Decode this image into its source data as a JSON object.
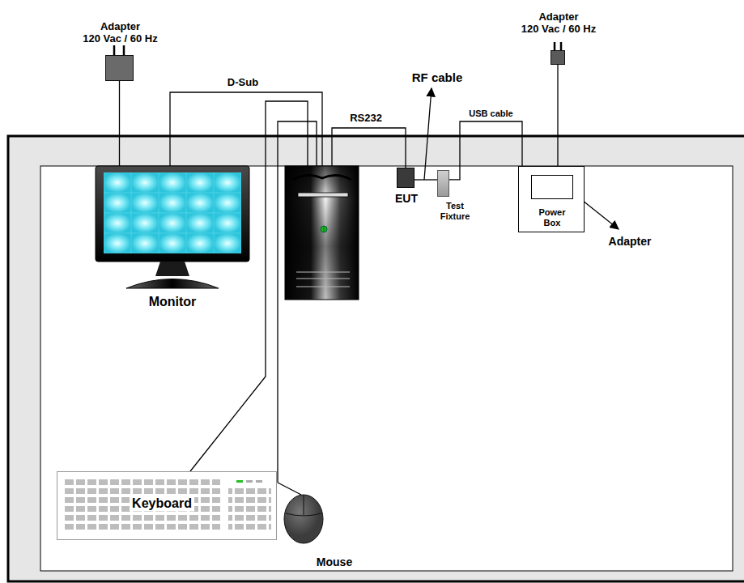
{
  "diagram": {
    "nodes": [
      {
        "text": [
          "Adapter",
          "120 Vac / 60 Hz"
        ]
      },
      {
        "text": [
          "Adapter",
          "120 Vac / 60 Hz"
        ]
      },
      {
        "text": [
          "Monitor"
        ]
      },
      {
        "text": [
          "EUT"
        ]
      },
      {
        "text": [
          "Test Fixture"
        ]
      },
      {
        "text": [
          "Power Box"
        ]
      },
      {
        "text": [
          "Keyboard"
        ]
      },
      {
        "text": [
          "Mouse"
        ]
      }
    ],
    "edges": [
      {
        "from": 0,
        "to": 2,
        "arrow": "none"
      },
      {
        "from": 1,
        "to": 5,
        "arrow": "none"
      },
      {
        "from": 3,
        "to": 4,
        "arrow": "none"
      },
      {
        "from": 4,
        "to": 5,
        "arrow": "none",
        "label": "USB cable"
      }
    ],
    "labels": [
      "D-Sub",
      "RS232",
      "RF cable",
      "Adapter"
    ]
  }
}
